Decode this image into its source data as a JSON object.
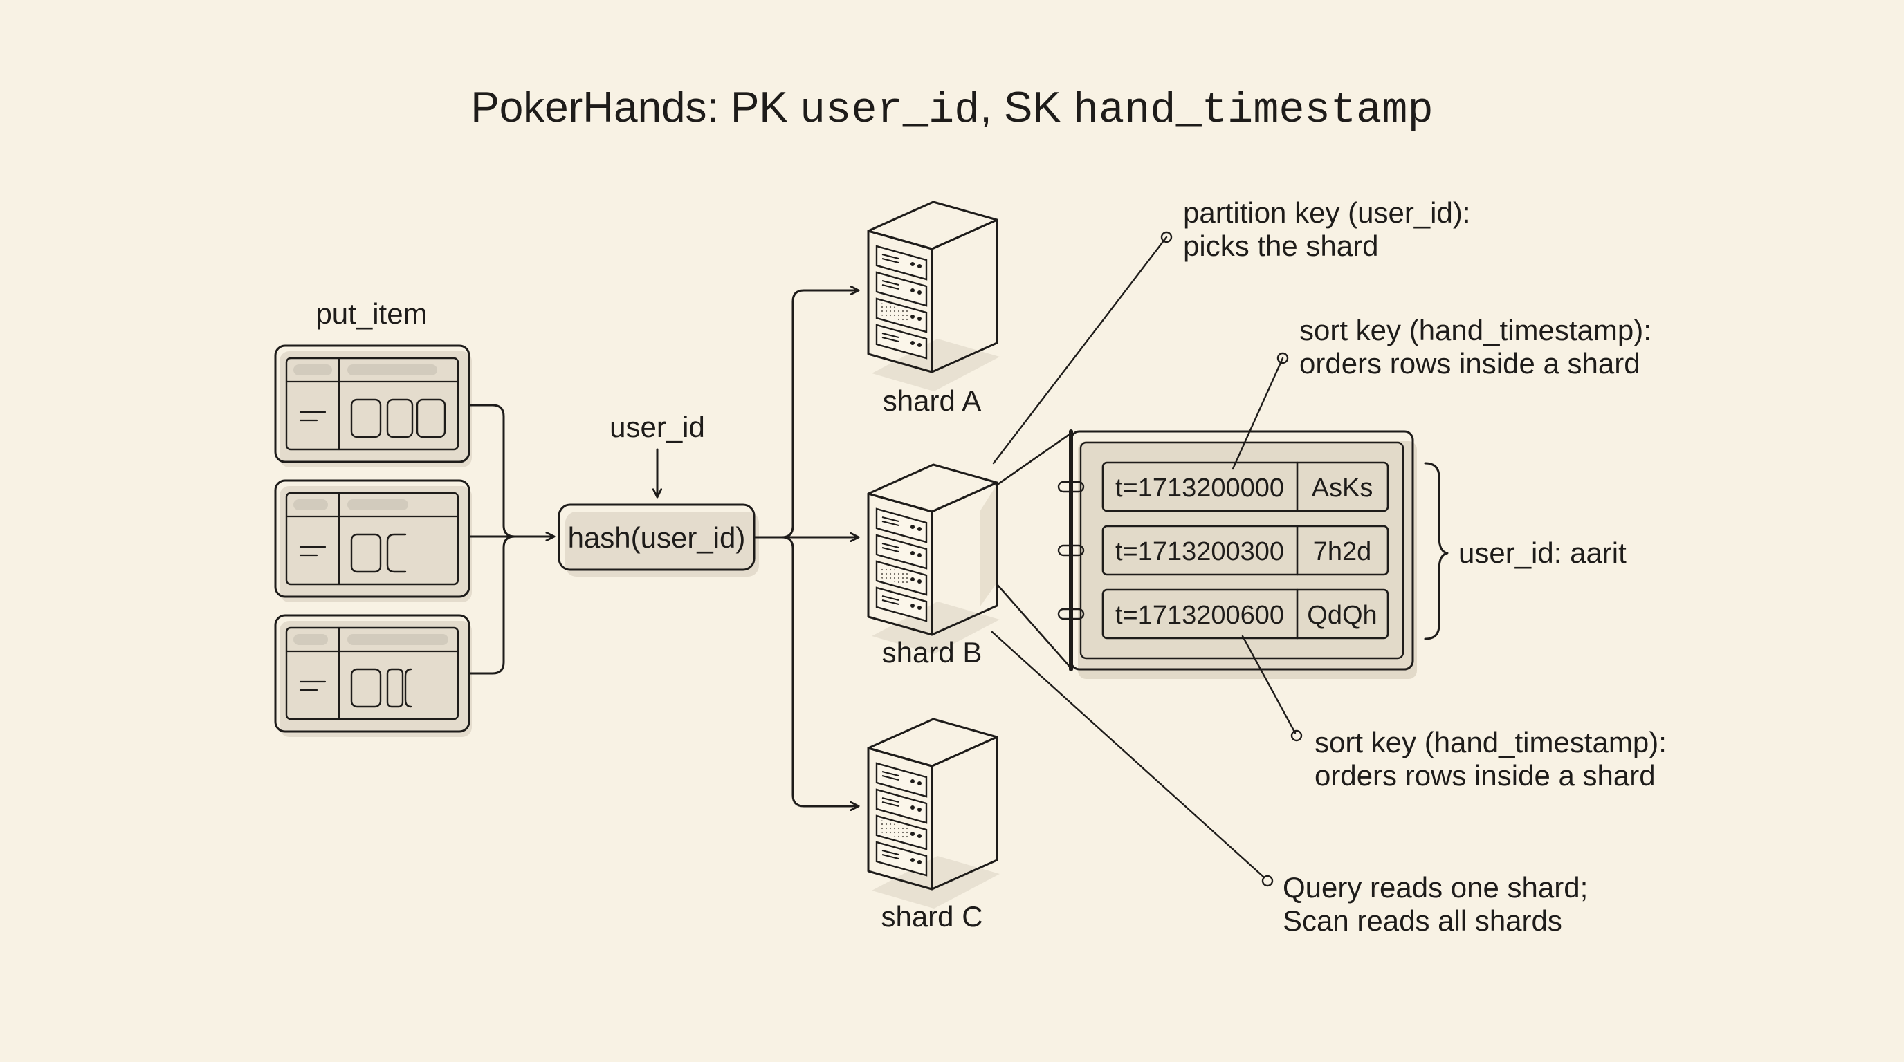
{
  "title": {
    "prefix": "PokerHands: PK ",
    "pk_field": "user_id",
    "separator": ", SK ",
    "sk_field": "hand_timestamp"
  },
  "input": {
    "label": "put_item",
    "item_count": 3
  },
  "hash": {
    "key_label": "user_id",
    "function_label": "hash(user_id)"
  },
  "shards": [
    {
      "label": "shard A"
    },
    {
      "label": "shard B"
    },
    {
      "label": "shard C"
    }
  ],
  "partition": {
    "group_label": "user_id: aarit",
    "rows": [
      {
        "sort_key": "t=1713200000",
        "hand": "AsKs"
      },
      {
        "sort_key": "t=1713200300",
        "hand": "7h2d"
      },
      {
        "sort_key": "t=1713200600",
        "hand": "QdQh"
      }
    ]
  },
  "annotations": {
    "partition_key": [
      "partition key (user_id):",
      "picks the shard"
    ],
    "sort_key_top": [
      "sort key (hand_timestamp):",
      "orders rows inside a shard"
    ],
    "sort_key_bottom": [
      "sort key (hand_timestamp):",
      "orders rows inside a shard"
    ],
    "query_scan": [
      "Query reads one shard;",
      "Scan reads all shards"
    ]
  },
  "colors": {
    "background": "#f8f2e4",
    "ink": "#1e1c1a",
    "paper": "#fbf6ea",
    "shade": "#d9d1c2"
  }
}
